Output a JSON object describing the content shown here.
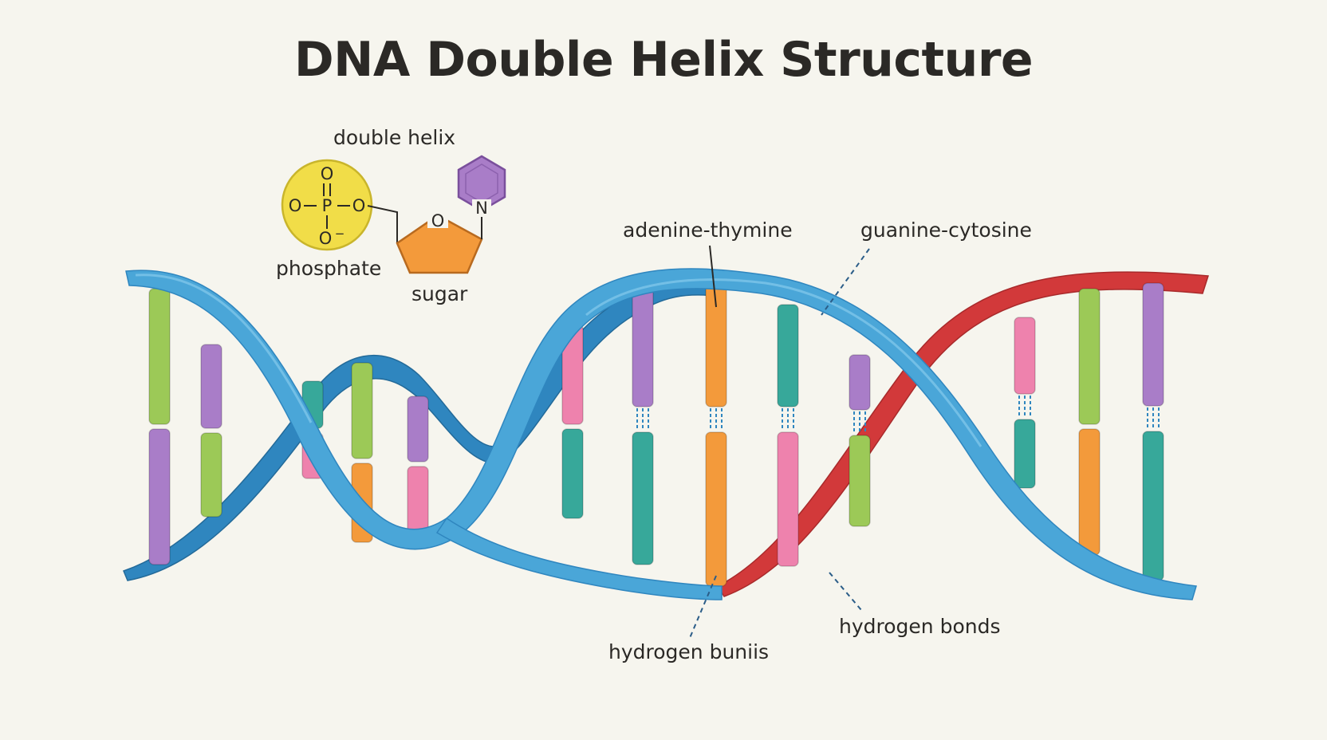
{
  "title": "DNA Double Helix Structure",
  "labels": {
    "double_helix": "double helix",
    "phosphate": "phosphate",
    "sugar": "sugar",
    "adenine_thymine": "adenine-thymine",
    "guanine_cytosine": "guanine-cytosine",
    "hydrogen_bonds_left": "hydrogen buniis",
    "hydrogen_bonds_right": "hydrogen bonds"
  },
  "phosphate_group": {
    "atom_top": "O",
    "atom_left": "O",
    "atom_center": "P",
    "atom_right": "O",
    "atom_bottom": "O",
    "charge": "−"
  },
  "sugar_ring_atom": "O",
  "base_ring_atom": "N",
  "colors": {
    "background": "#f6f5ee",
    "strand_blue": "#4aa6d8",
    "strand_blue_dark": "#2f86bf",
    "strand_red": "#d2393a",
    "phosphate_yellow": "#f1dd48",
    "sugar_orange": "#f39a3b",
    "base_purple": "#a97dc8",
    "base_green": "#9cc957",
    "base_orange": "#f39a3b",
    "base_teal": "#37a89a",
    "base_pink": "#ee82ad"
  }
}
